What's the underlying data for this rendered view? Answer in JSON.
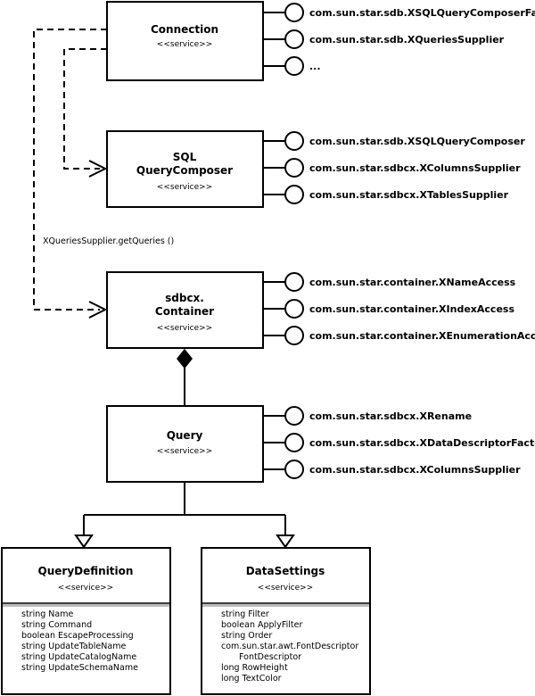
{
  "services": {
    "connection": {
      "name": "Connection",
      "stereotype": "<<service>>",
      "interfaces": [
        "com.sun.star.sdb.XSQLQueryComposerFactory",
        "com.sun.star.sdb.XQueriesSupplier",
        "..."
      ]
    },
    "sql_query_composer": {
      "name_line1": "SQL",
      "name_line2": "QueryComposer",
      "stereotype": "<<service>>",
      "interfaces": [
        "com.sun.star.sdb.XSQLQueryComposer",
        "com.sun.star.sdbcx.XColumnsSupplier",
        "com.sun.star.sdbcx.XTablesSupplier"
      ]
    },
    "sdbcx_container": {
      "name_line1": "sdbcx.",
      "name_line2": "Container",
      "stereotype": "<<service>>",
      "interfaces": [
        "com.sun.star.container.XNameAccess",
        "com.sun.star.container.XIndexAccess",
        "com.sun.star.container.XEnumerationAccess"
      ]
    },
    "query": {
      "name": "Query",
      "stereotype": "<<service>>",
      "interfaces": [
        "com.sun.star.sdbcx.XRename",
        "com.sun.star.sdbcx.XDataDescriptorFactory",
        "com.sun.star.sdbcx.XColumnsSupplier"
      ]
    },
    "query_definition": {
      "name": "QueryDefinition",
      "stereotype": "<<service>>",
      "properties": [
        "string Name",
        "string Command",
        "boolean EscapeProcessing",
        "string UpdateTableName",
        "string UpdateCatalogName",
        "string UpdateSchemaName"
      ]
    },
    "data_settings": {
      "name": "DataSettings",
      "stereotype": "<<service>>",
      "properties": [
        "string Filter",
        "boolean ApplyFilter",
        "string Order",
        "com.sun.star.awt.FontDescriptor",
        "FontDescriptor",
        "long RowHeight",
        "long TextColor"
      ]
    }
  },
  "edges": {
    "get_queries_label": "XQueriesSupplier.getQueries ()"
  }
}
